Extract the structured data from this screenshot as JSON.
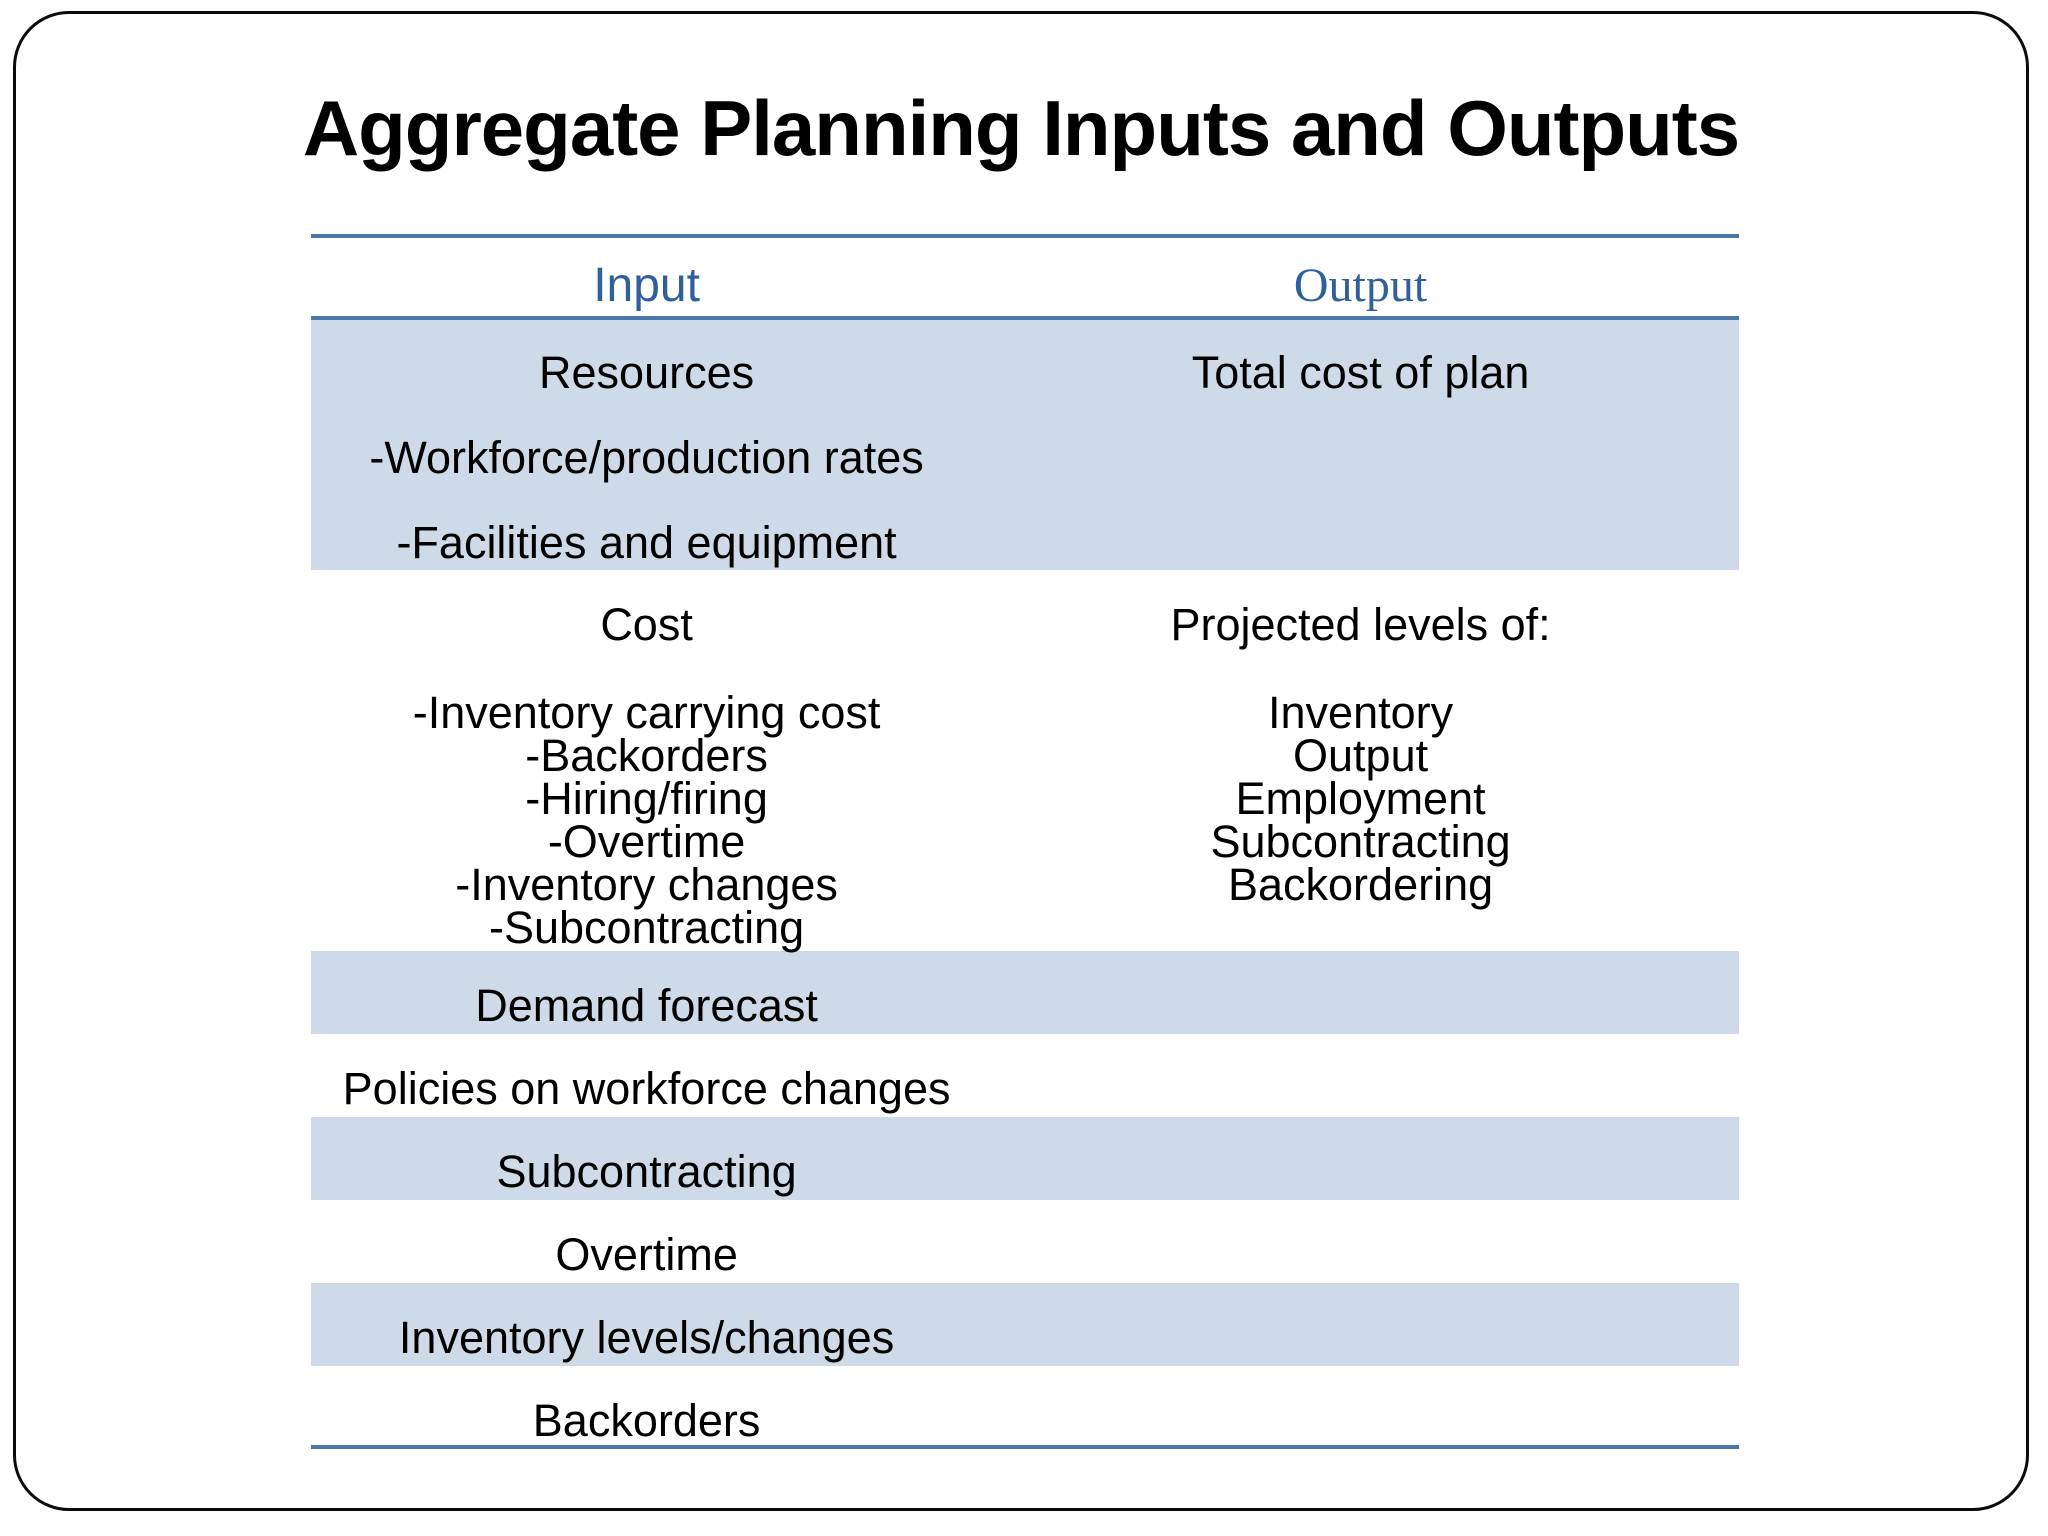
{
  "title": "Aggregate Planning Inputs and Outputs",
  "table": {
    "headers": {
      "input": "Input",
      "output": "Output"
    },
    "rows": [
      {
        "input_lines": [
          "Resources",
          "-Workforce/production rates",
          "-Facilities and equipment"
        ],
        "output_lines": [
          "Total cost of plan"
        ]
      },
      {
        "input_heading": "Cost",
        "input_items": [
          "-Inventory carrying cost",
          "-Backorders",
          "-Hiring/firing",
          "-Overtime",
          "-Inventory changes",
          "-Subcontracting"
        ],
        "output_heading": "Projected levels of:",
        "output_items": [
          "Inventory",
          "Output",
          "Employment",
          "Subcontracting",
          "Backordering"
        ]
      },
      {
        "label": "Demand forecast"
      },
      {
        "label": "Policies on workforce changes"
      },
      {
        "label": "Subcontracting"
      },
      {
        "label": "Overtime"
      },
      {
        "label": "Inventory levels/changes"
      },
      {
        "label": "Backorders"
      }
    ]
  },
  "colors": {
    "row_shade": "#cfdae8",
    "line_blue": "#4a77ac",
    "header_text": "#2f5f9c",
    "border_black": "#0b0b0b"
  }
}
